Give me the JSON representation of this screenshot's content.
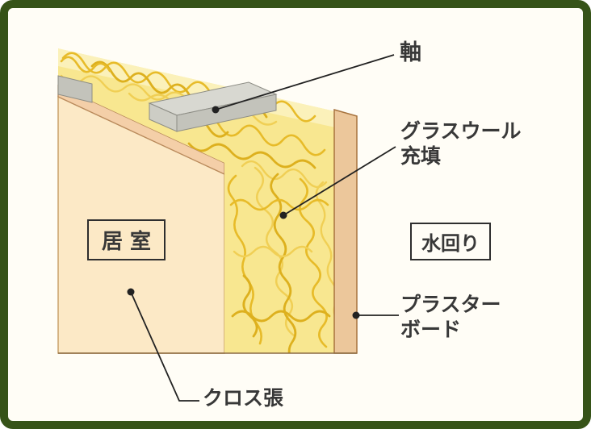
{
  "diagram": {
    "labels": {
      "axis": "軸",
      "glasswool": {
        "line1": "グラスウール",
        "line2": "充填"
      },
      "wet_area": "水回り",
      "plasterboard": {
        "line1": "プラスター",
        "line2": "ボード"
      },
      "cloth_cover": "クロス張",
      "living_room": "居 室"
    },
    "colors": {
      "frame_green": "#365318",
      "wall_cream": "#fce9c6",
      "board_pink": "#ecc79b",
      "board_pink_light": "#f4cfa8",
      "insulation_yellow": "#f8e790",
      "insulation_squiggle": "#e7bb29",
      "stud_gray": "#c9c9c1",
      "line_black": "#222222"
    }
  }
}
